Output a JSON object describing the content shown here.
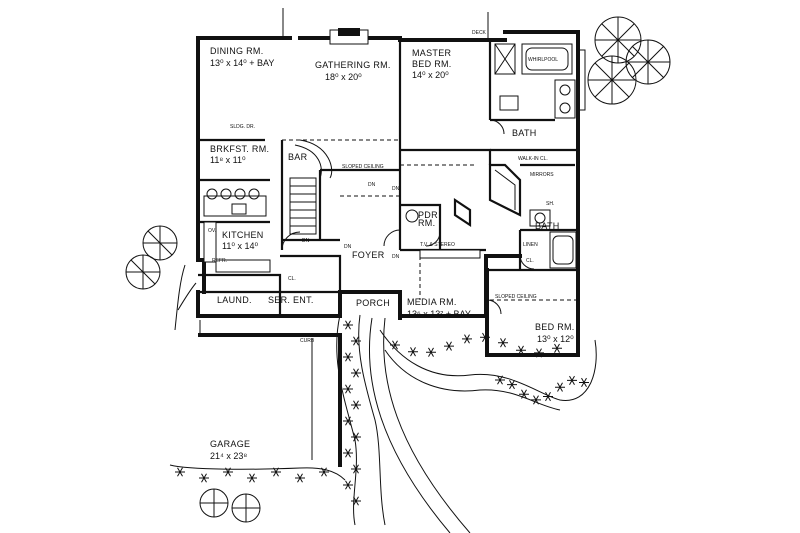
{
  "rooms": {
    "dining": {
      "name": "DINING RM.",
      "dim": "13⁰ x 14⁰ + BAY"
    },
    "gathering": {
      "name": "GATHERING RM.",
      "dim": "18⁰ x 20⁰"
    },
    "master": {
      "name": "MASTER",
      "name2": "BED RM.",
      "dim": "14⁰ x 20⁰"
    },
    "brkfst": {
      "name": "BRKFST. RM.",
      "dim": "11⁸ x 11⁰"
    },
    "kitchen": {
      "name": "KITCHEN",
      "dim": "11⁰ x 14⁰"
    },
    "foyer": {
      "name": "FOYER"
    },
    "media": {
      "name": "MEDIA RM.",
      "dim": "13⁶ x 13² + BAY"
    },
    "bedrm": {
      "name": "BED RM.",
      "dim": "13⁰ x 12⁰"
    },
    "garage": {
      "name": "GARAGE",
      "dim": "21⁴ x 23⁸"
    },
    "porch": {
      "name": "PORCH"
    },
    "bath1": {
      "name": "BATH"
    },
    "bath2": {
      "name": "BATH"
    },
    "laund": {
      "name": "LAUND."
    },
    "serent": {
      "name": "SER. ENT."
    },
    "bar": {
      "name": "BAR"
    },
    "pdr": {
      "name": "PDR",
      "name2": "RM."
    }
  },
  "labels": {
    "deck": "DECK",
    "whirlpool": "WHIRLPOOL",
    "walkin": "WALK-IN CL.",
    "mirrors": "MIRRORS",
    "linen": "LINEN",
    "tvstereo": "T.V. & STEREO",
    "curb": "CURB",
    "dn": "DN",
    "sliding": "SLDG. DR.",
    "sloped_ceiling": "SLOPED CEILING",
    "cl": "CL.",
    "refr": "REFR.",
    "ov": "OV.",
    "sh": "SH."
  }
}
